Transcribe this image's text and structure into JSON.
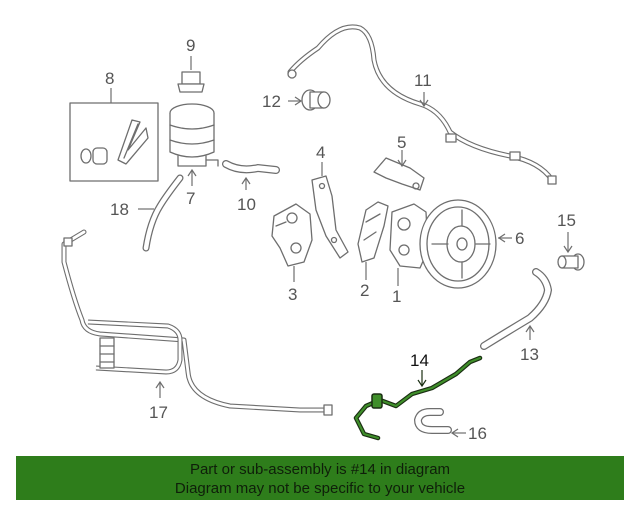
{
  "callouts": {
    "c1": "1",
    "c2": "2",
    "c3": "3",
    "c4": "4",
    "c5": "5",
    "c6": "6",
    "c7": "7",
    "c8": "8",
    "c9": "9",
    "c10": "10",
    "c11": "11",
    "c12": "12",
    "c13": "13",
    "c14": "14",
    "c15": "15",
    "c16": "16",
    "c17": "17",
    "c18": "18"
  },
  "highlight_color": "#2e7d1b",
  "banner": {
    "line1": "Part or sub-assembly is #14 in diagram",
    "line2": "Diagram may not be specific to your vehicle"
  }
}
